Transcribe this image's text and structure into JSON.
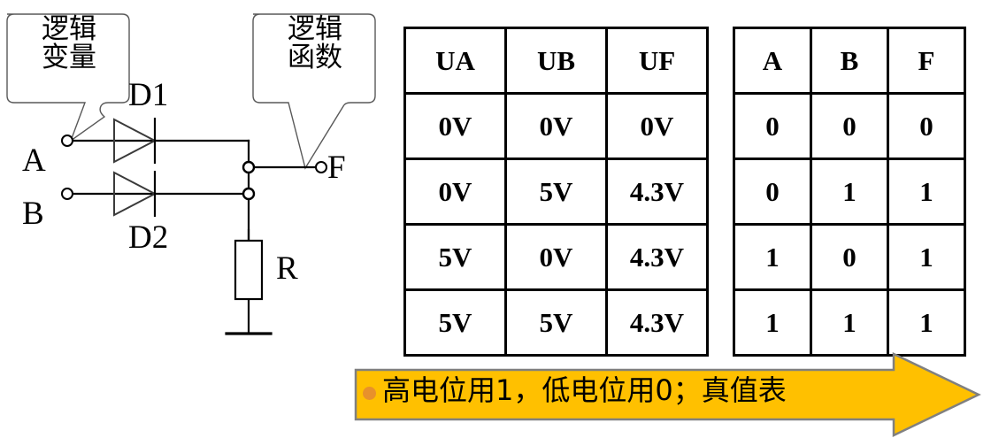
{
  "circuit": {
    "callout_left": {
      "line1": "逻辑",
      "line2": "变量"
    },
    "callout_right": {
      "line1": "逻辑",
      "line2": "函数"
    },
    "labels": {
      "input_a": "A",
      "input_b": "B",
      "output_f": "F",
      "diode1": "D1",
      "diode2": "D2",
      "resistor": "R"
    }
  },
  "voltage_table": {
    "headers": [
      "UA",
      "UB",
      "UF"
    ],
    "rows": [
      [
        "0V",
        "0V",
        "0V"
      ],
      [
        "0V",
        "5V",
        "4.3V"
      ],
      [
        "5V",
        "0V",
        "4.3V"
      ],
      [
        "5V",
        "5V",
        "4.3V"
      ]
    ]
  },
  "truth_table": {
    "headers": [
      "A",
      "B",
      "F"
    ],
    "rows": [
      [
        "0",
        "0",
        "0"
      ],
      [
        "0",
        "1",
        "1"
      ],
      [
        "1",
        "0",
        "1"
      ],
      [
        "1",
        "1",
        "1"
      ]
    ]
  },
  "banner": {
    "text": "高电位用1，低电位用0；真值表",
    "fill_color": "#FFC000",
    "outline_color": "#808080",
    "bullet_color": "#E8912B"
  }
}
